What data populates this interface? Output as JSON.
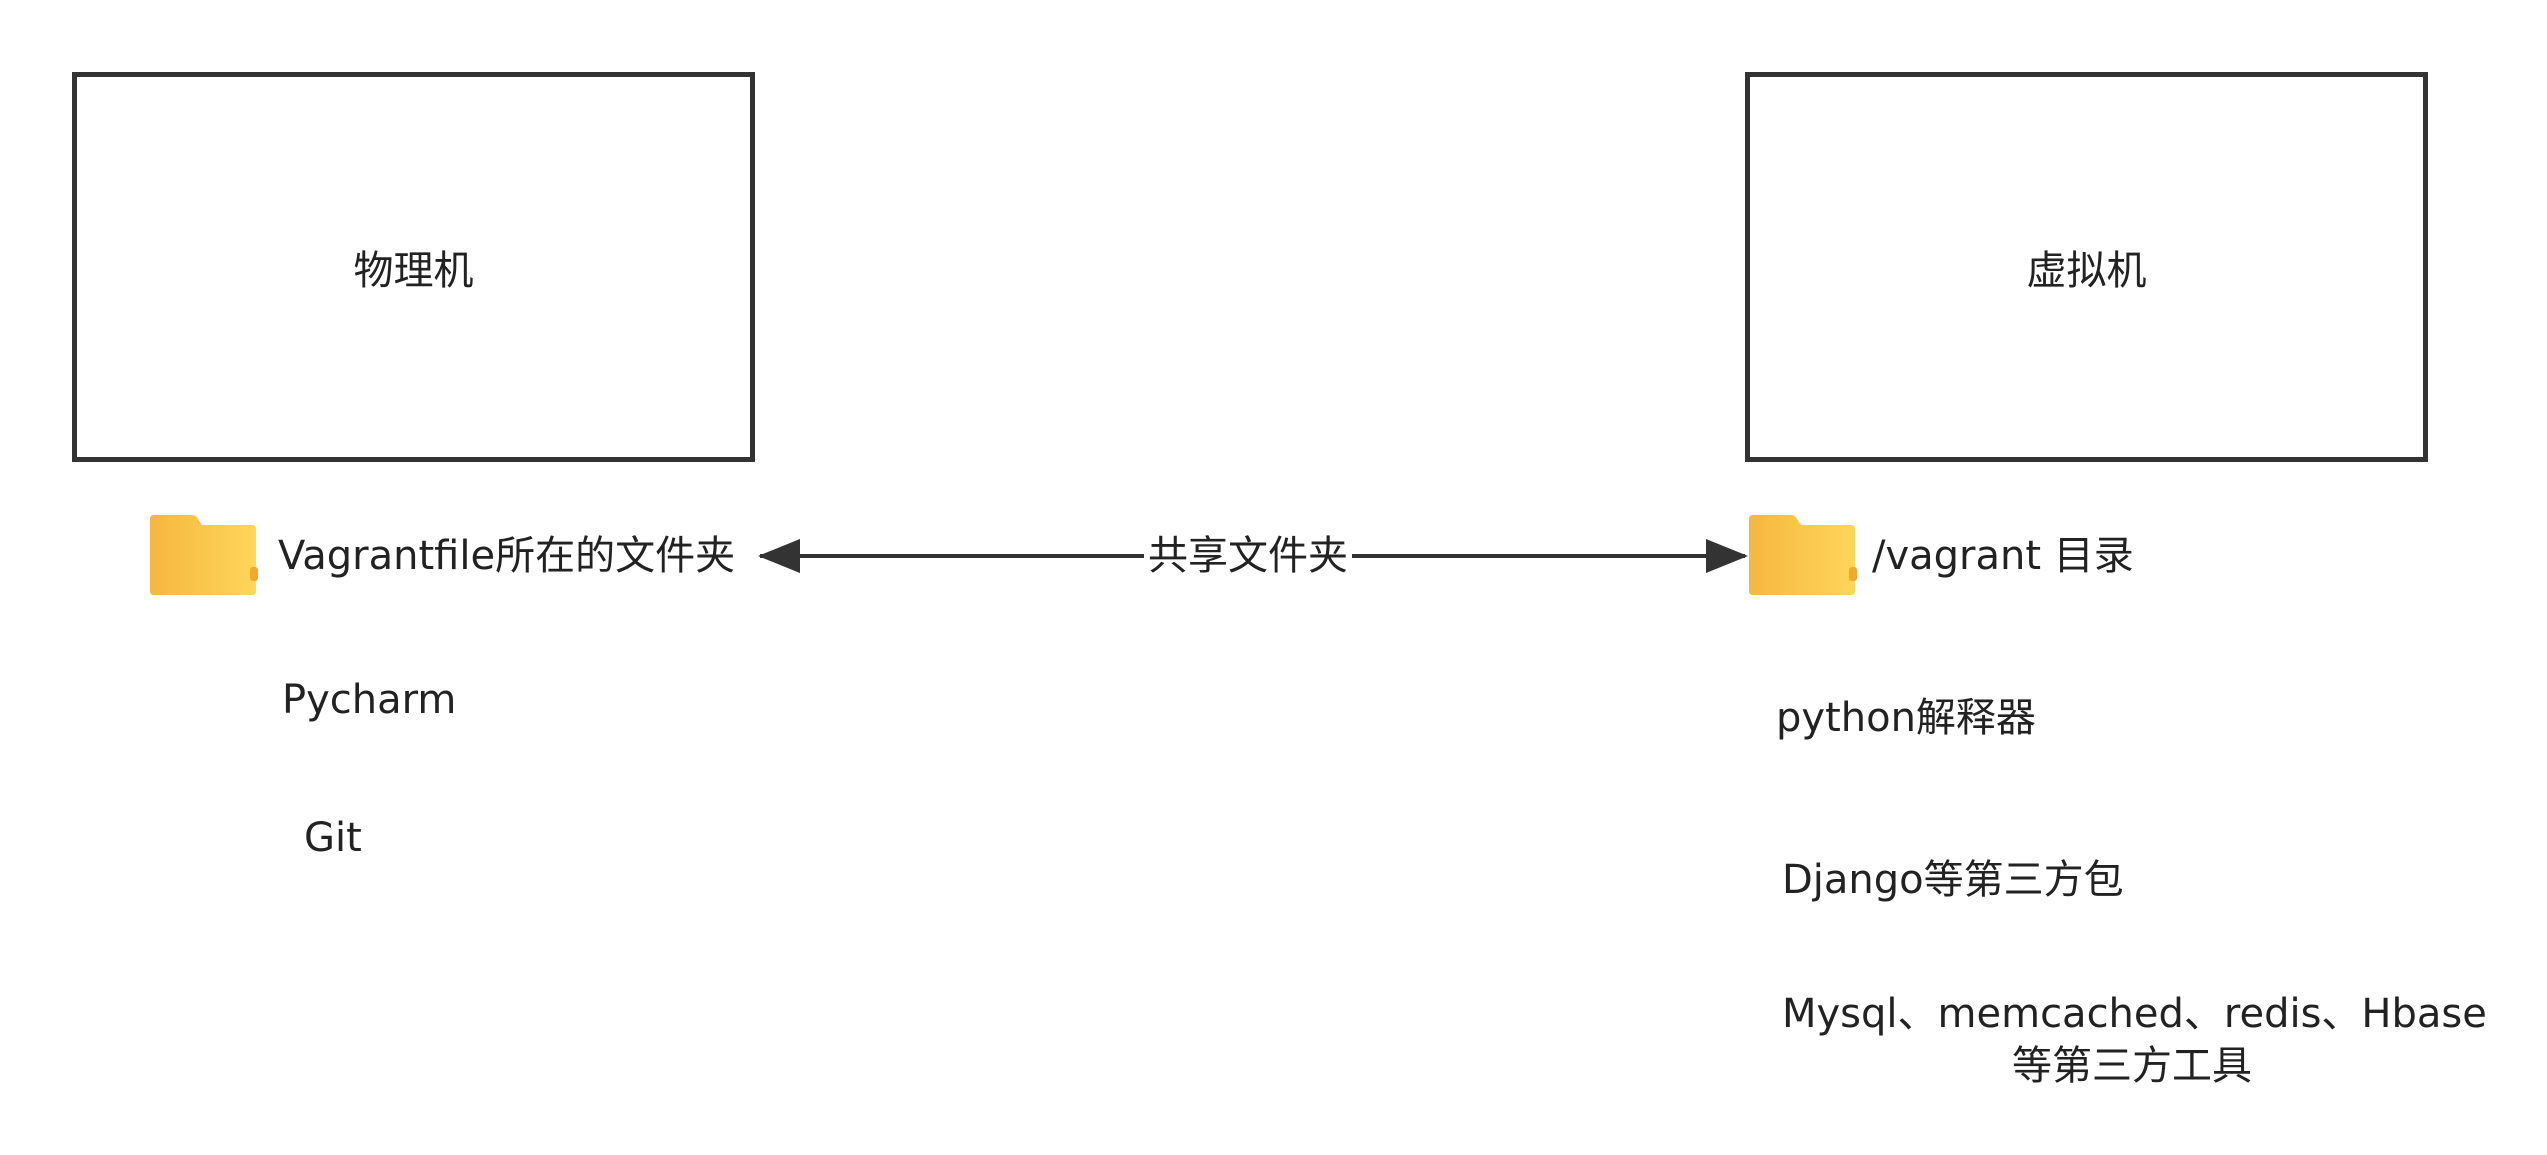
{
  "nodes": {
    "physical_machine": "物理机",
    "virtual_machine": "虚拟机"
  },
  "left": {
    "folder_label": "Vagrantfile所在的文件夹",
    "tools": [
      "Pycharm",
      "Git"
    ]
  },
  "right": {
    "folder_label": "/vagrant 目录",
    "items": [
      "python解释器",
      "Django等第三方包"
    ],
    "tools_line1": "Mysql、memcached、redis、Hbase",
    "tools_line2": "等第三方工具"
  },
  "edge": {
    "label": "共享文件夹"
  },
  "colors": {
    "folder_light": "#FFD65A",
    "folder_dark": "#F5B740",
    "stroke": "#333333"
  },
  "icons": [
    "folder-icon"
  ]
}
